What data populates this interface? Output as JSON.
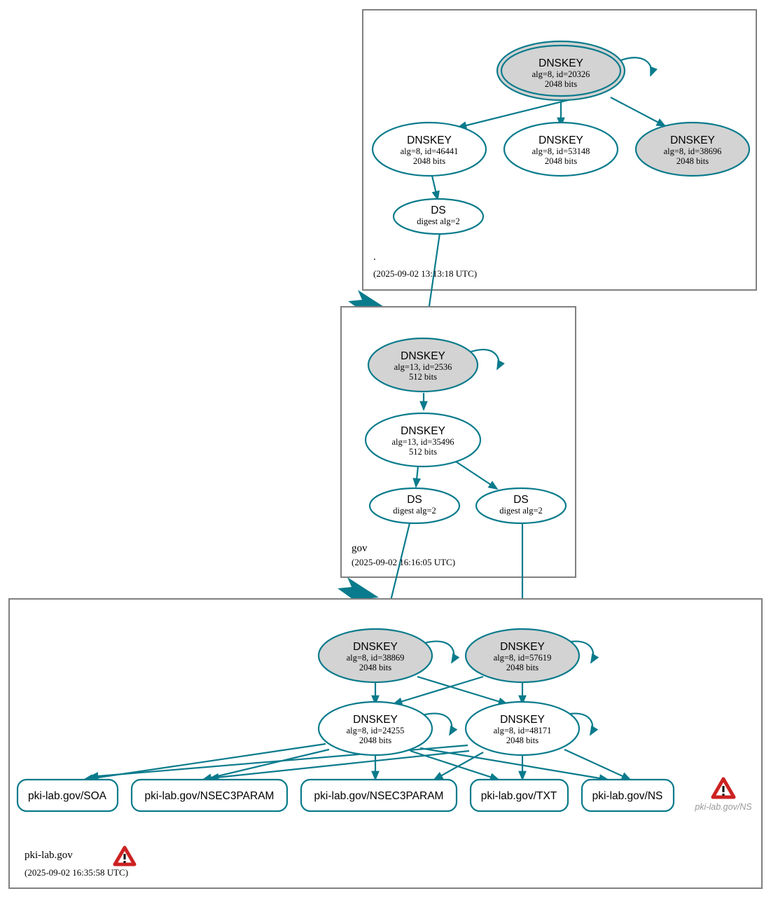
{
  "diagram": {
    "title": "DNSSEC Authentication Chain",
    "colors": {
      "edge": "#0a7b8c",
      "node_stroke": "#0a7b8c",
      "secure_fill": "#d3d3d3",
      "plain_fill": "#ffffff",
      "zone_border": "#808080",
      "warning_red": "#cc2222",
      "error_text": "#999999"
    }
  },
  "zones": [
    {
      "id": "root",
      "name": ".",
      "timestamp": "(2025-09-02 13:13:18 UTC)",
      "nodes": [
        {
          "id": "root-ksk",
          "kind": "dnskey",
          "type": "DNSKEY",
          "detail": "alg=8, id=20326",
          "bits": "2048 bits",
          "fill": "secure",
          "trust_anchor": true
        },
        {
          "id": "root-zsk1",
          "kind": "dnskey",
          "type": "DNSKEY",
          "detail": "alg=8, id=46441",
          "bits": "2048 bits",
          "fill": "plain",
          "trust_anchor": false
        },
        {
          "id": "root-zsk2",
          "kind": "dnskey",
          "type": "DNSKEY",
          "detail": "alg=8, id=53148",
          "bits": "2048 bits",
          "fill": "plain",
          "trust_anchor": false
        },
        {
          "id": "root-zsk3",
          "kind": "dnskey",
          "type": "DNSKEY",
          "detail": "alg=8, id=38696",
          "bits": "2048 bits",
          "fill": "secure",
          "trust_anchor": false
        },
        {
          "id": "root-ds",
          "kind": "ds",
          "type": "DS",
          "detail": "digest alg=2",
          "bits": "",
          "fill": "plain",
          "trust_anchor": false
        }
      ]
    },
    {
      "id": "gov",
      "name": "gov",
      "timestamp": "(2025-09-02 16:16:05 UTC)",
      "nodes": [
        {
          "id": "gov-ksk",
          "kind": "dnskey",
          "type": "DNSKEY",
          "detail": "alg=13, id=2536",
          "bits": "512 bits",
          "fill": "secure",
          "trust_anchor": false
        },
        {
          "id": "gov-zsk",
          "kind": "dnskey",
          "type": "DNSKEY",
          "detail": "alg=13, id=35496",
          "bits": "512 bits",
          "fill": "plain",
          "trust_anchor": false
        },
        {
          "id": "gov-ds1",
          "kind": "ds",
          "type": "DS",
          "detail": "digest alg=2",
          "bits": "",
          "fill": "plain",
          "trust_anchor": false
        },
        {
          "id": "gov-ds2",
          "kind": "ds",
          "type": "DS",
          "detail": "digest alg=2",
          "bits": "",
          "fill": "plain",
          "trust_anchor": false
        }
      ]
    },
    {
      "id": "pki-lab",
      "name": "pki-lab.gov",
      "timestamp": "(2025-09-02 16:35:58 UTC)",
      "has_warning": true,
      "nodes": [
        {
          "id": "pl-ksk1",
          "kind": "dnskey",
          "type": "DNSKEY",
          "detail": "alg=8, id=38869",
          "bits": "2048 bits",
          "fill": "secure",
          "trust_anchor": false
        },
        {
          "id": "pl-ksk2",
          "kind": "dnskey",
          "type": "DNSKEY",
          "detail": "alg=8, id=57619",
          "bits": "2048 bits",
          "fill": "secure",
          "trust_anchor": false
        },
        {
          "id": "pl-zsk1",
          "kind": "dnskey",
          "type": "DNSKEY",
          "detail": "alg=8, id=24255",
          "bits": "2048 bits",
          "fill": "plain",
          "trust_anchor": false
        },
        {
          "id": "pl-zsk2",
          "kind": "dnskey",
          "type": "DNSKEY",
          "detail": "alg=8, id=48171",
          "bits": "2048 bits",
          "fill": "plain",
          "trust_anchor": false
        }
      ],
      "rrsets": [
        {
          "id": "rr-soa",
          "label": "pki-lab.gov/SOA"
        },
        {
          "id": "rr-n3p-1",
          "label": "pki-lab.gov/NSEC3PARAM"
        },
        {
          "id": "rr-n3p-2",
          "label": "pki-lab.gov/NSEC3PARAM"
        },
        {
          "id": "rr-txt",
          "label": "pki-lab.gov/TXT"
        },
        {
          "id": "rr-ns",
          "label": "pki-lab.gov/NS"
        }
      ],
      "errors": [
        {
          "id": "err-ns",
          "label": "pki-lab.gov/NS",
          "icon": "warning-triangle-icon"
        }
      ]
    }
  ]
}
